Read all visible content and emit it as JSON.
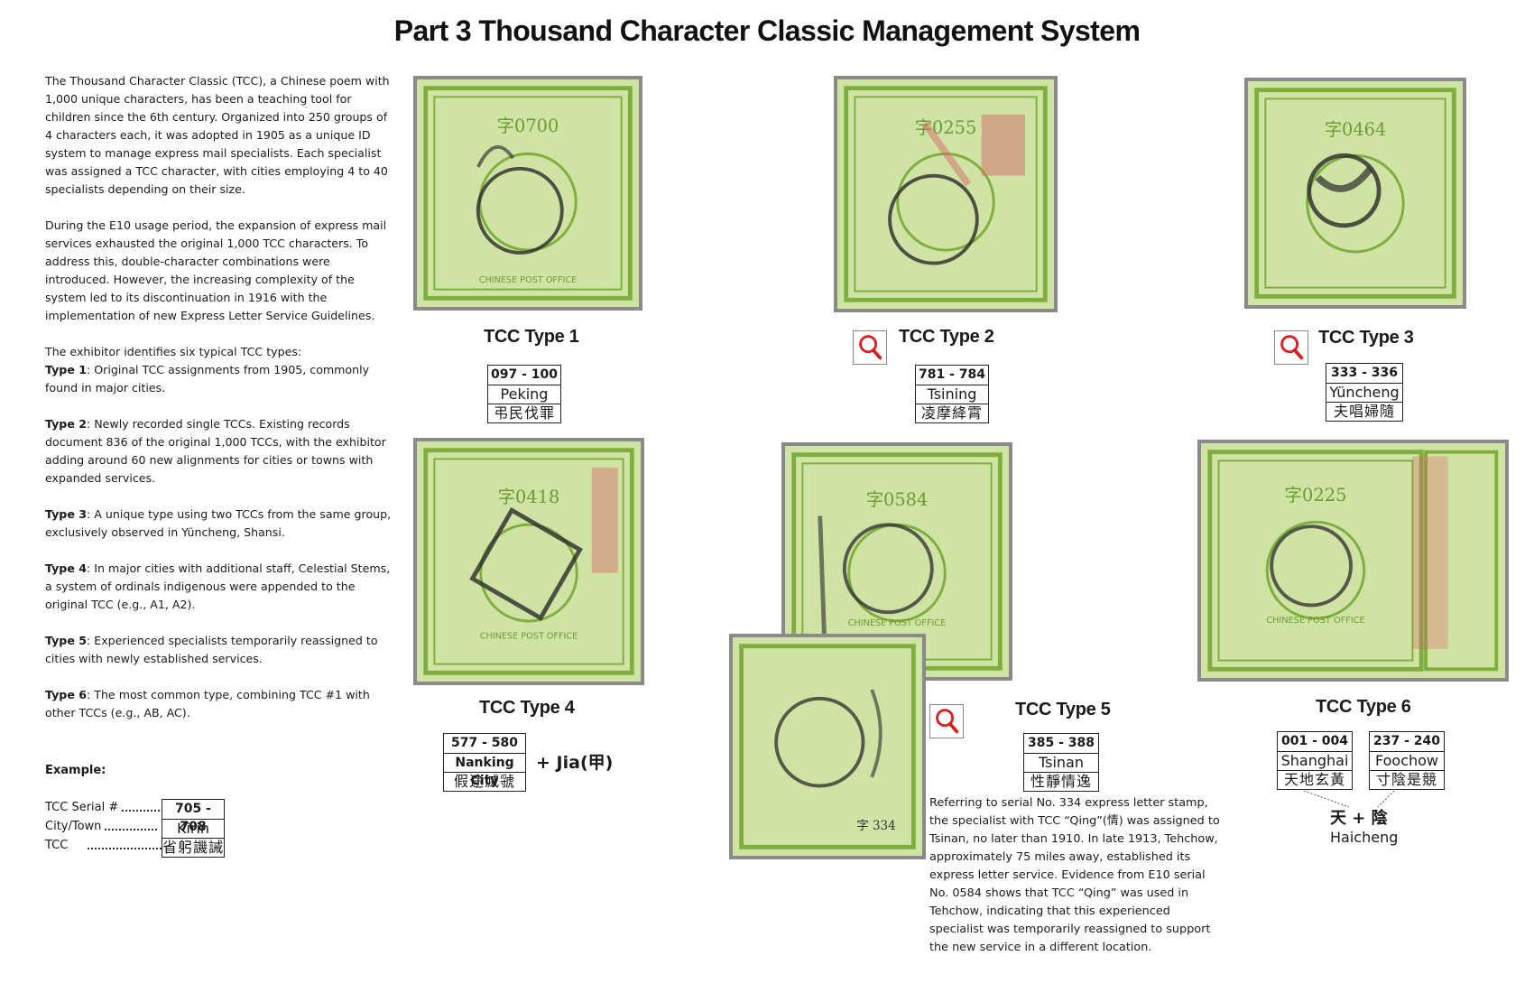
{
  "title": "Part 3 Thousand Character Classic Management System",
  "intro": {
    "p1": "The Thousand Character Classic (TCC), a Chinese poem with 1,000 unique characters, has been a teaching tool for children since the 6th century. Organized into 250 groups of 4 characters each, it was adopted in 1905 as a unique ID system to manage express mail specialists. Each specialist was assigned a TCC character, with cities employing 4 to 40 specialists depending on their size.",
    "p2": "During the E10 usage period, the expansion of express mail services exhausted the original 1,000 TCC characters. To address this, double-character combinations were introduced. However, the increasing complexity of the system led to its discontinuation in 1916 with the implementation of new Express Letter Service Guidelines.",
    "p3": "The exhibitor identifies six typical TCC types:",
    "types": [
      {
        "name": "Type 1",
        "text": ": Original TCC assignments from 1905, commonly found in major cities."
      },
      {
        "name": "Type 2",
        "text": ": Newly recorded single TCCs. Existing records document 836 of the original 1,000 TCCs, with the exhibitor adding around 60 new alignments for cities or towns with expanded services."
      },
      {
        "name": "Type 3",
        "text": ": A unique type using two TCCs from the same group, exclusively observed in Yüncheng, Shansi."
      },
      {
        "name": "Type 4",
        "text": ": In major cities with additional staff, Celestial Stems, a system of ordinals indigenous were appended to the original TCC (e.g., A1, A2)."
      },
      {
        "name": "Type 5",
        "text": ": Experienced specialists temporarily reassigned to cities with newly established services."
      },
      {
        "name": "Type 6",
        "text": ": The most common type, combining TCC #1 with other TCCs (e.g., AB, AC)."
      }
    ]
  },
  "example": {
    "heading": "Example:",
    "labels": [
      "TCC Serial #",
      "City/Town",
      "TCC"
    ],
    "serial": "705 - 708",
    "city": "Kirin",
    "chars": "省躬譏誡"
  },
  "types": [
    {
      "label": "TCC Type 1",
      "serial": "097 - 100",
      "city": "Peking",
      "chars": "弔民伐罪"
    },
    {
      "label": "TCC Type 2",
      "serial": "781 - 784",
      "city": "Tsining",
      "chars": "凌摩絳霄"
    },
    {
      "label": "TCC Type 3",
      "serial": "333 - 336",
      "city": "Yüncheng",
      "chars": "夫唱婦隨"
    },
    {
      "label": "TCC Type 4",
      "serial": "577 - 580",
      "city": "Nanking City",
      "chars": "假途滅虢",
      "suffix": "+ Jia(甲)"
    },
    {
      "label": "TCC Type 5",
      "serial": "385 - 388",
      "city": "Tsinan",
      "chars": "性靜情逸"
    },
    {
      "label": "TCC Type 6",
      "serial": "001 - 004",
      "city": "Shanghai",
      "chars": "天地玄黃",
      "serial2": "237 - 240",
      "city2": "Foochow",
      "chars2": "寸陰是競",
      "combo": "天 + 陰",
      "combo_city": "Haicheng"
    }
  ],
  "type5_note": "Referring to serial No. 334 express letter stamp, the specialist with TCC “Qing”(情) was assigned to Tsinan, no later than 1910. In late 1913, Tehchow, approximately 75 miles away, established its express letter service. Evidence from E10 serial No. 0584 shows that TCC “Qing” was used in Tehchow, indicating that this experienced specialist was temporarily reassigned to support the new service in a different location.",
  "stamp_serials": [
    "字0700",
    "字0255",
    "字0464",
    "字0418",
    "字0584",
    "字0225",
    "字 334"
  ],
  "stamp_caption": "CHINESE POST OFFICE",
  "colors": {
    "stamp_green": "#7fae3e",
    "stamp_bg": "#cfe3a4",
    "frame_gray": "#8a8a8a",
    "magnifier_red": "#d62020"
  },
  "icons": {
    "magnifier": "magnifier-icon"
  }
}
